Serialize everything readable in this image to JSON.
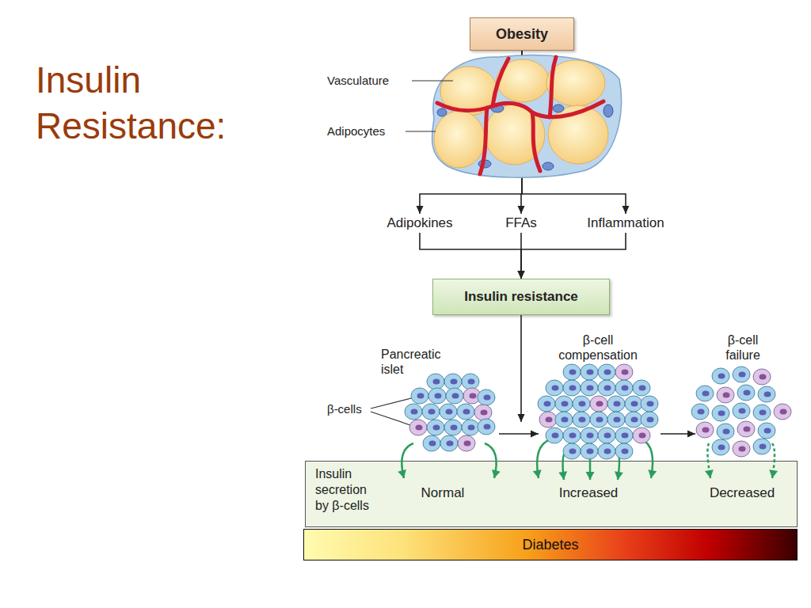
{
  "diagram": {
    "title": "Insulin Resistance:",
    "nodes": [
      {
        "text": [
          "Obesity"
        ]
      },
      {
        "text": [
          "Adipokines"
        ]
      },
      {
        "text": [
          "FFAs"
        ]
      },
      {
        "text": [
          "Inflammation"
        ]
      },
      {
        "text": [
          "Insulin resistance"
        ]
      },
      {
        "text": [
          "Pancreatic islet"
        ]
      },
      {
        "text": [
          "β-cell compensation"
        ]
      },
      {
        "text": [
          "β-cell failure"
        ]
      },
      {
        "text": [
          "Insulin secretion by β-cells",
          "Normal",
          "Increased",
          "Decreased"
        ]
      },
      {
        "text": [
          "Diabetes"
        ]
      }
    ],
    "edges": [
      {
        "from": 0,
        "to": 1,
        "arrow": "to"
      },
      {
        "from": 0,
        "to": 2,
        "arrow": "to"
      },
      {
        "from": 0,
        "to": 3,
        "arrow": "to"
      },
      {
        "from": 1,
        "to": 4,
        "arrow": "to"
      },
      {
        "from": 2,
        "to": 4,
        "arrow": "to"
      },
      {
        "from": 3,
        "to": 4,
        "arrow": "to"
      },
      {
        "from": 4,
        "to": 6,
        "arrow": "to"
      },
      {
        "from": 5,
        "to": 6,
        "arrow": "to"
      },
      {
        "from": 6,
        "to": 7,
        "arrow": "to"
      },
      {
        "from": 5,
        "to": 8,
        "arrow": "to"
      },
      {
        "from": 5,
        "to": 8,
        "arrow": "to"
      },
      {
        "from": 6,
        "to": 8,
        "arrow": "to"
      },
      {
        "from": 6,
        "to": 8,
        "arrow": "to"
      },
      {
        "from": 6,
        "to": 8,
        "arrow": "to"
      },
      {
        "from": 6,
        "to": 8,
        "arrow": "to"
      },
      {
        "from": 6,
        "to": 8,
        "arrow": "to"
      },
      {
        "from": 7,
        "to": 8,
        "arrow": "to"
      },
      {
        "from": 7,
        "to": 8,
        "arrow": "to"
      }
    ],
    "labels": [
      "Vasculature",
      "Adipocytes",
      "β-cells"
    ]
  }
}
